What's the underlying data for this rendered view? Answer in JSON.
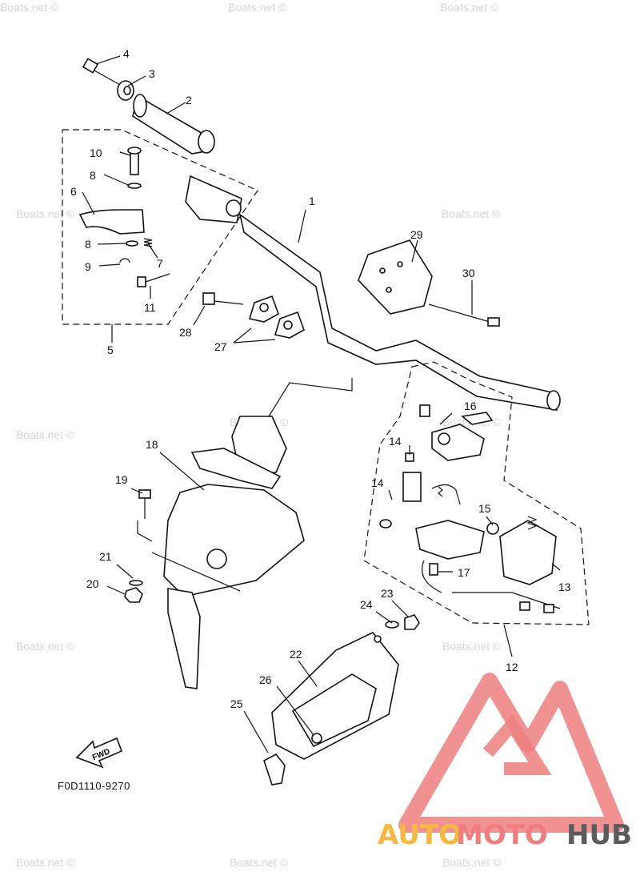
{
  "diagram_code": "F0D1110-9270",
  "fwd_label": "FWD",
  "watermark": "Boats.net ©",
  "logo": {
    "auto": "AUTO",
    "moto": "MOTO",
    "hub": "HUB"
  },
  "colors": {
    "logo_orange": "#f5b841",
    "logo_red": "#ef7f7f",
    "logo_gray": "#5b5b5b",
    "watermark": "#d6d6d6"
  },
  "callouts": {
    "c1": "1",
    "c2": "2",
    "c3": "3",
    "c4": "4",
    "c5": "5",
    "c6": "6",
    "c7": "7",
    "c8a": "8",
    "c8b": "8",
    "c9": "9",
    "c10": "10",
    "c11": "11",
    "c12": "12",
    "c13": "13",
    "c14a": "14",
    "c14b": "14",
    "c15": "15",
    "c16": "16",
    "c17": "17",
    "c18": "18",
    "c19": "19",
    "c20": "20",
    "c21": "21",
    "c22": "22",
    "c23": "23",
    "c24": "24",
    "c25": "25",
    "c26": "26",
    "c27": "27",
    "c28": "28",
    "c29": "29",
    "c30": "30"
  }
}
